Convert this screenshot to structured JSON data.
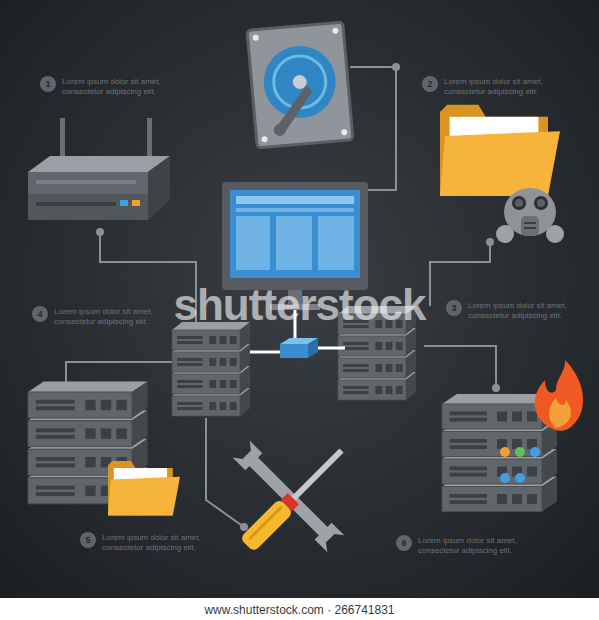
{
  "diagram": {
    "nodes": [
      {
        "text": [
          "1",
          "Lorem ipsum dolor sit amet, consectetur adipiscing elit."
        ]
      },
      {
        "text": [
          "2",
          "Lorem ipsum dolor sit amet, consectetur adipiscing elit."
        ]
      },
      {
        "text": [
          "3",
          "Lorem ipsum dolor sit amet, consectetur adipiscing elit."
        ]
      },
      {
        "text": [
          "4",
          "Lorem ipsum dolor sit amet, consectetur adipiscing elit."
        ]
      },
      {
        "text": [
          "5",
          "Lorem ipsum dolor sit amet, consectetur adipiscing elit."
        ]
      },
      {
        "text": [
          "6",
          "Lorem ipsum dolor sit amet, consectetur adipiscing elit."
        ]
      }
    ],
    "labels": [
      "shutterstock",
      "www.shutterstock.com · 266741831"
    ]
  }
}
